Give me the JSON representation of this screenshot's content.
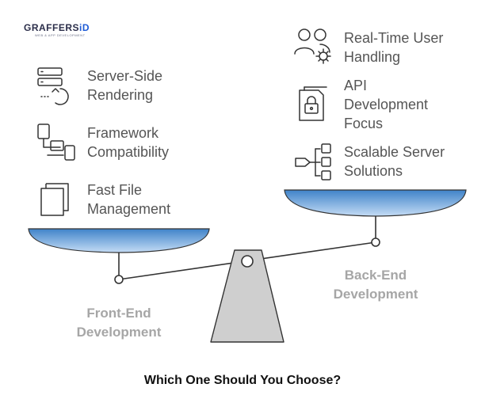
{
  "brand": {
    "logo_main_a": "GRAFFERS",
    "logo_main_b": "iD",
    "logo_sub": "WEB & APP DEVELOPMENT"
  },
  "left": {
    "items": [
      {
        "label": "Server-Side\nRendering",
        "icon": "server-refresh-icon"
      },
      {
        "label": "Framework\nCompatibility",
        "icon": "devices-icon"
      },
      {
        "label": "Fast File\nManagement",
        "icon": "documents-icon"
      }
    ],
    "pan_label": "Front-End\nDevelopment"
  },
  "right": {
    "items": [
      {
        "label": "Real-Time User\nHandling",
        "icon": "users-gear-icon"
      },
      {
        "label": "API\nDevelopment\nFocus",
        "icon": "api-lock-icon"
      },
      {
        "label": "Scalable Server\nSolutions",
        "icon": "hierarchy-icon"
      }
    ],
    "pan_label": "Back-End\nDevelopment"
  },
  "footer_text": "Which One Should You Choose?",
  "colors": {
    "pan_top": "#3f83c9",
    "pan_bottom": "#c4dcf5",
    "fulcrum": "#cfcfcf",
    "stroke": "#333333"
  }
}
